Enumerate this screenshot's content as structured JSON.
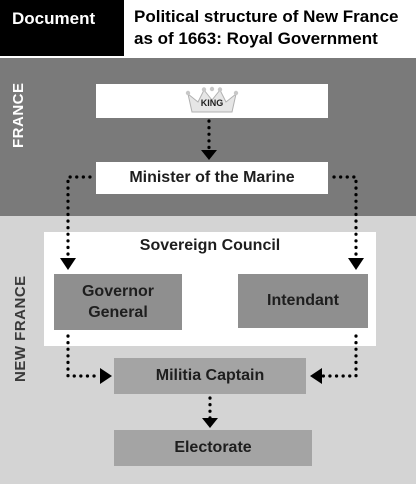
{
  "header": {
    "tag": "Document",
    "title": "Political structure of New France as of 1663: Royal Government"
  },
  "regions": {
    "france": "FRANCE",
    "new_france": "NEW FRANCE"
  },
  "nodes": {
    "king": "KING",
    "minister": "Minister of the Marine",
    "council": "Sovereign Council",
    "governor": "Governor General",
    "intendant": "Intendant",
    "militia": "Militia Captain",
    "electorate": "Electorate"
  },
  "colors": {
    "france_band": "#7a7a7a",
    "new_france_band": "#d4d4d4",
    "box_dark": "#8f8f8f",
    "box_mid": "#a4a4a4",
    "crown_fill": "#e6e6e6"
  },
  "icons": {
    "crown": "crown-icon"
  }
}
